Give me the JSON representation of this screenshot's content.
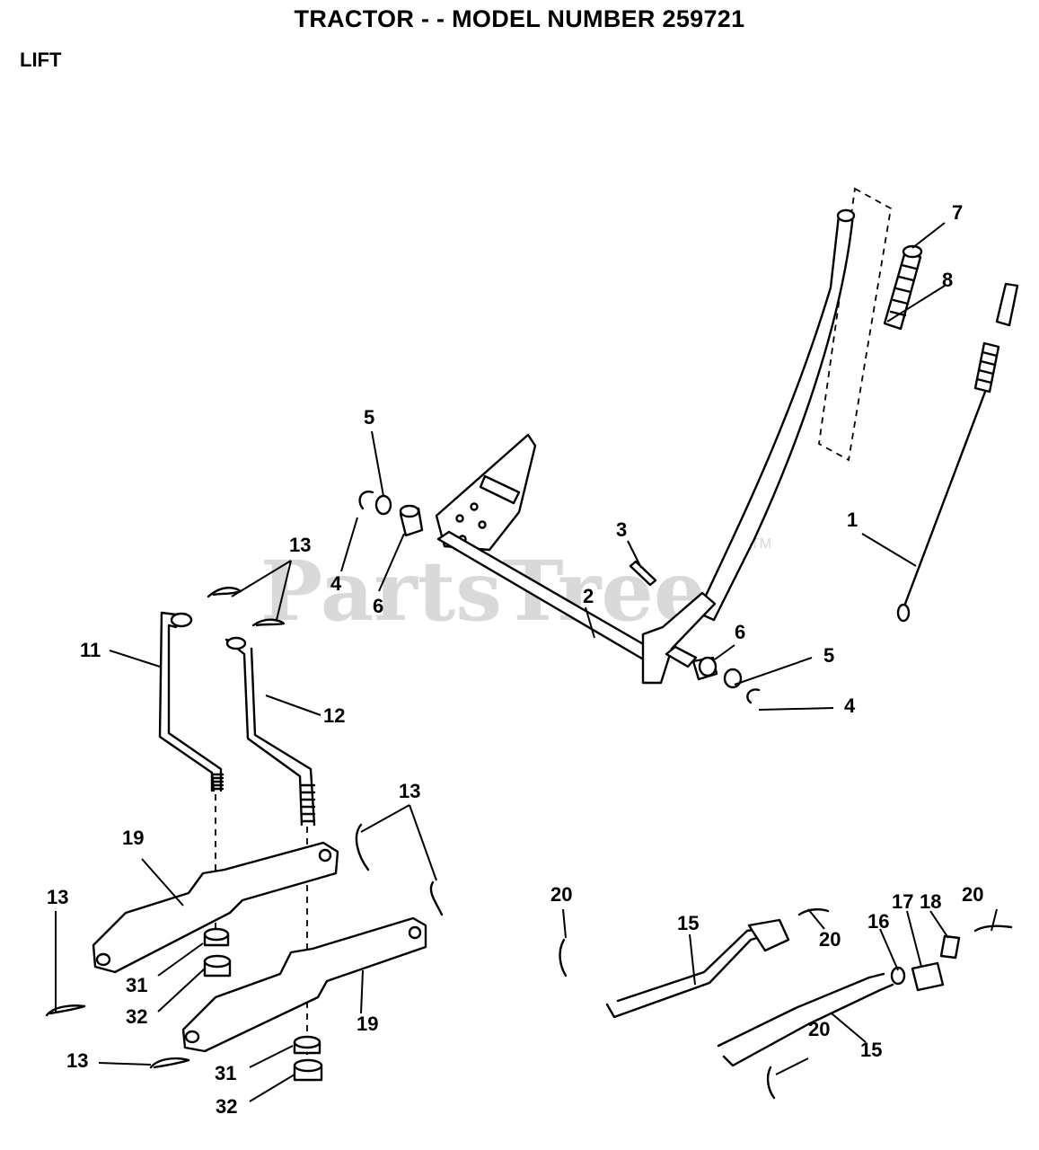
{
  "header": {
    "title": "TRACTOR - - MODEL NUMBER 259721",
    "section": "LIFT"
  },
  "watermark": {
    "text": "PartsTree",
    "trademark": "TM"
  },
  "callouts": [
    {
      "num": "1"
    },
    {
      "num": "2"
    },
    {
      "num": "3"
    },
    {
      "num": "4"
    },
    {
      "num": "4"
    },
    {
      "num": "5"
    },
    {
      "num": "5"
    },
    {
      "num": "6"
    },
    {
      "num": "6"
    },
    {
      "num": "7"
    },
    {
      "num": "8"
    },
    {
      "num": "11"
    },
    {
      "num": "12"
    },
    {
      "num": "13"
    },
    {
      "num": "13"
    },
    {
      "num": "13"
    },
    {
      "num": "13"
    },
    {
      "num": "15"
    },
    {
      "num": "15"
    },
    {
      "num": "16"
    },
    {
      "num": "17"
    },
    {
      "num": "18"
    },
    {
      "num": "19"
    },
    {
      "num": "19"
    },
    {
      "num": "20"
    },
    {
      "num": "20"
    },
    {
      "num": "20"
    },
    {
      "num": "20"
    },
    {
      "num": "31"
    },
    {
      "num": "31"
    },
    {
      "num": "32"
    },
    {
      "num": "32"
    }
  ]
}
